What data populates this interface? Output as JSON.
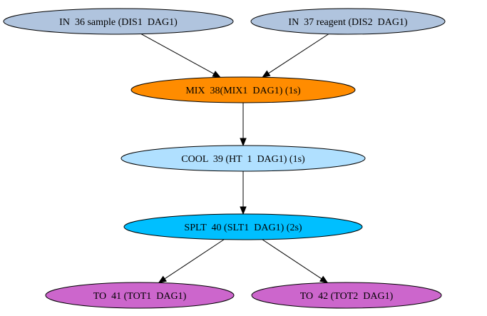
{
  "nodes": [
    {
      "id": "in36",
      "label": "IN  36 sample (DIS1  DAG1)",
      "color": "#b0c4de"
    },
    {
      "id": "in37",
      "label": "IN  37 reagent (DIS2  DAG1)",
      "color": "#b0c4de"
    },
    {
      "id": "mix38",
      "label": "MIX  38(MIX1  DAG1) (1s)",
      "color": "#ff8c00"
    },
    {
      "id": "cool39",
      "label": "COOL  39 (HT  1  DAG1) (1s)",
      "color": "#b0e0ff"
    },
    {
      "id": "splt40",
      "label": "SPLT  40 (SLT1  DAG1) (2s)",
      "color": "#00bfff"
    },
    {
      "id": "to41",
      "label": "TO  41 (TOT1  DAG1)",
      "color": "#cc66cc"
    },
    {
      "id": "to42",
      "label": "TO  42 (TOT2  DAG1)",
      "color": "#cc66cc"
    }
  ],
  "edges": [
    {
      "from": "in36",
      "to": "mix38"
    },
    {
      "from": "in37",
      "to": "mix38"
    },
    {
      "from": "mix38",
      "to": "cool39"
    },
    {
      "from": "cool39",
      "to": "splt40"
    },
    {
      "from": "splt40",
      "to": "to41"
    },
    {
      "from": "splt40",
      "to": "to42"
    }
  ]
}
